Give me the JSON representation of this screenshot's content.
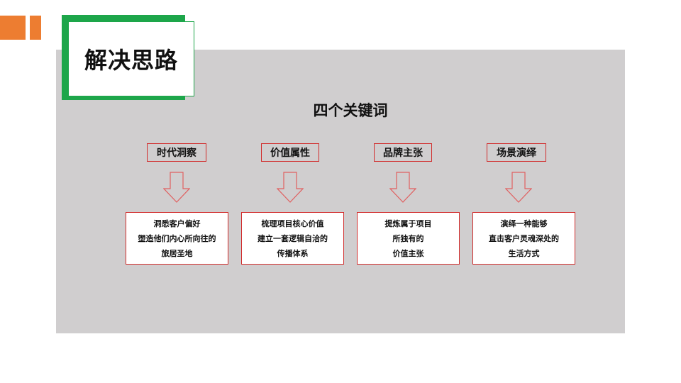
{
  "title": "解决思路",
  "subtitle": "四个关键词",
  "keywords": [
    {
      "label": "时代洞察",
      "lines": [
        "洞悉客户偏好",
        "塑造他们内心所向往的",
        "旅居圣地"
      ]
    },
    {
      "label": "价值属性",
      "lines": [
        "梳理项目核心价值",
        "建立一套逻辑自洽的",
        "传播体系"
      ]
    },
    {
      "label": "品牌主张",
      "lines": [
        "提炼属于项目",
        "所独有的",
        "价值主张"
      ]
    },
    {
      "label": "场景演绎",
      "lines": [
        "演绎一种能够",
        "直击客户灵魂深处的",
        "生活方式"
      ]
    }
  ],
  "colors": {
    "accent_orange": "#ed7d31",
    "accent_green": "#1da64a",
    "border_red": "#d12a2a",
    "panel_gray": "#d0cecf"
  }
}
